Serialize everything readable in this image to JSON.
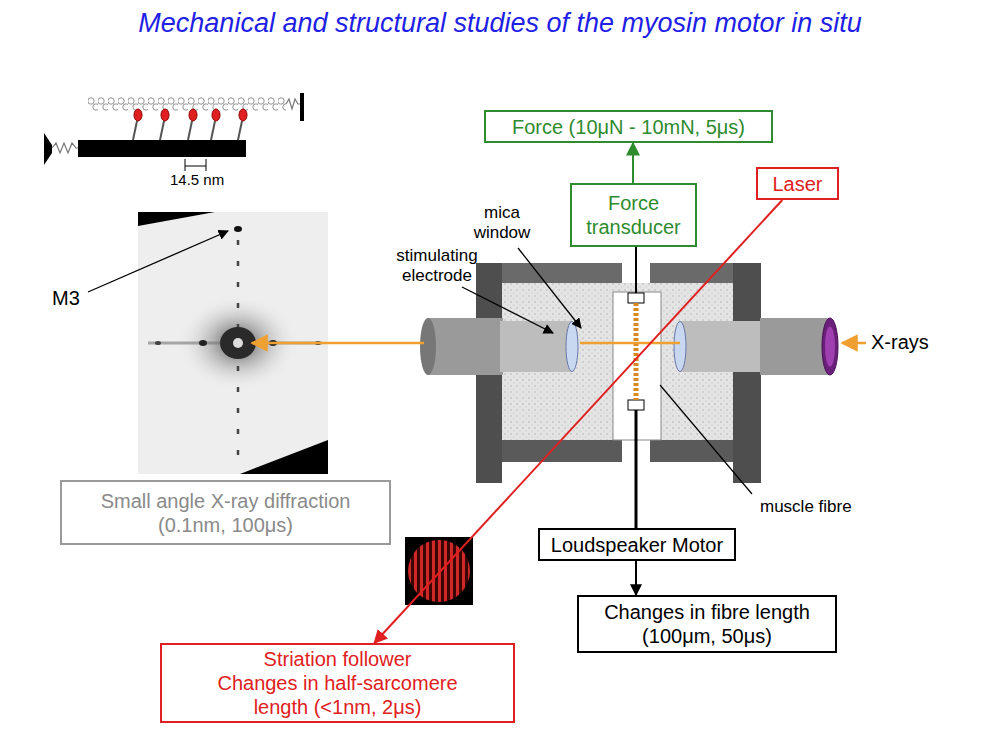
{
  "diagram": {
    "title": "Mechanical and structural studies of the myosin motor in situ",
    "nodes": [
      {
        "text": [
          "Force (10μN - 10mN, 5μs)"
        ]
      },
      {
        "text": [
          "Laser"
        ]
      },
      {
        "text": [
          "Force transducer"
        ]
      },
      {
        "text": [
          "Small angle X-ray diffraction (0.1nm, 100μs)"
        ]
      },
      {
        "text": [
          "Loudspeaker Motor"
        ]
      },
      {
        "text": [
          "Changes in fibre length (100μm, 50μs)"
        ]
      },
      {
        "text": [
          "Striation follower",
          "Changes in half-sarcomere length (<1nm, 2μs)"
        ]
      }
    ],
    "edges": [
      {
        "from": 2,
        "to": 0,
        "arrow": "to"
      },
      {
        "from": 4,
        "to": 5,
        "arrow": "to"
      },
      {
        "from": 1,
        "to": 6,
        "arrow": "to"
      }
    ],
    "labels": [
      "14.5 nm",
      "M3",
      "mica window",
      "stimulating electrode",
      "X-rays",
      "muscle fibre"
    ]
  }
}
